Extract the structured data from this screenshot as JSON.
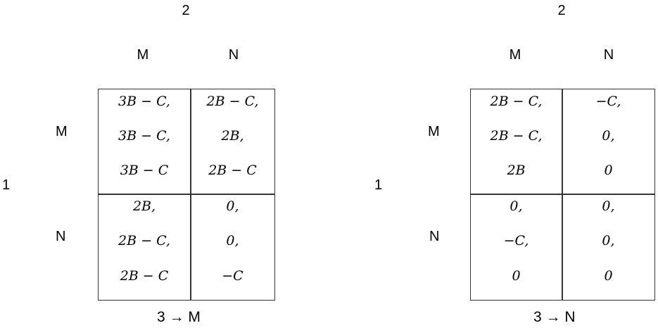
{
  "games": [
    {
      "player2_label": "2",
      "player1_label": "1",
      "col_labels": [
        "M",
        "N"
      ],
      "row_labels": [
        "M",
        "N"
      ],
      "cells": [
        [
          [
            "3B − C,",
            "3B − C,",
            "3B − C"
          ],
          [
            "2B − C,",
            "2B,",
            "2B − C"
          ]
        ],
        [
          [
            "2B,",
            "2B − C,",
            "2B − C"
          ],
          [
            "0,",
            "0,",
            "−C"
          ]
        ]
      ],
      "caption": {
        "player": "3",
        "arrow": "→",
        "strategy": "M"
      }
    },
    {
      "player2_label": "2",
      "player1_label": "1",
      "col_labels": [
        "M",
        "N"
      ],
      "row_labels": [
        "M",
        "N"
      ],
      "cells": [
        [
          [
            "2B − C,",
            "2B − C,",
            "2B"
          ],
          [
            "−C,",
            "0,",
            "0"
          ]
        ],
        [
          [
            "0,",
            "−C,",
            "0"
          ],
          [
            "0,",
            "0,",
            "0"
          ]
        ]
      ],
      "caption": {
        "player": "3",
        "arrow": "→",
        "strategy": "N"
      }
    }
  ]
}
